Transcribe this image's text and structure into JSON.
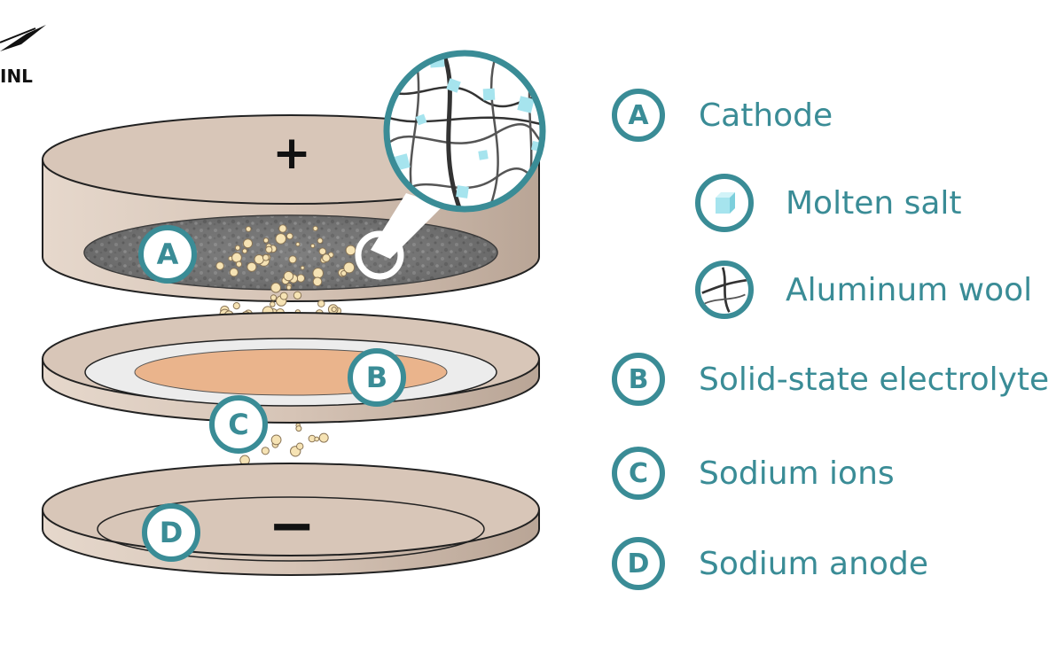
{
  "logo": {
    "text": "INL"
  },
  "diagram": {
    "cathode_terminal": "+",
    "anode_terminal": "−",
    "markers": [
      "A",
      "B",
      "C",
      "D"
    ]
  },
  "legend": {
    "items": [
      {
        "letter": "A",
        "label": "Cathode"
      },
      {
        "letter": "B",
        "label": "Solid-state electrolyte"
      },
      {
        "letter": "C",
        "label": "Sodium ions"
      },
      {
        "letter": "D",
        "label": "Sodium anode"
      }
    ],
    "sub_items": [
      {
        "icon": "molten-salt-cube-icon",
        "label": "Molten salt"
      },
      {
        "icon": "aluminum-wool-fiber-icon",
        "label": "Aluminum wool"
      }
    ]
  },
  "colors": {
    "accent": "#3a8c96",
    "casing": "#d4c2b4",
    "electrolyte_core": "#eab48c",
    "sodium_ion": "#f6e3b4",
    "molten_salt": "#a6e4ee"
  }
}
